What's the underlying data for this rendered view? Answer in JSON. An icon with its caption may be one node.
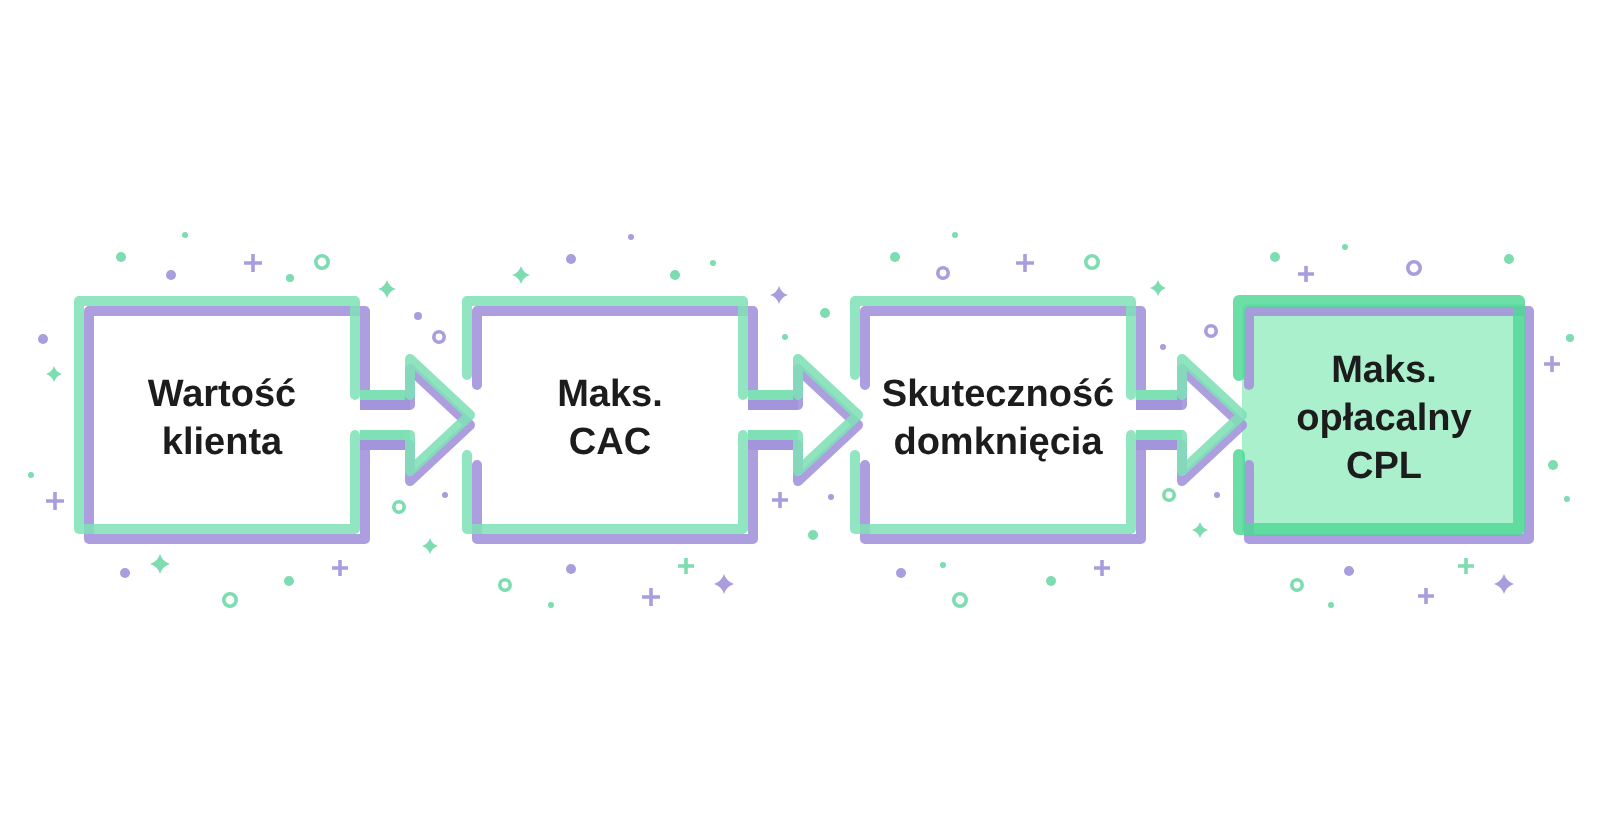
{
  "diagram": {
    "nodes": [
      {
        "text": [
          "Wartość klienta"
        ]
      },
      {
        "text": [
          "Maks. CAC"
        ]
      },
      {
        "text": [
          "Skuteczność domknięcia"
        ]
      },
      {
        "text": [
          "Maks. opłacalny CPL"
        ]
      }
    ],
    "edges": [
      {
        "from": 0,
        "to": 1,
        "arrow": "to"
      },
      {
        "from": 1,
        "to": 2,
        "arrow": "to"
      },
      {
        "from": 2,
        "to": 3,
        "arrow": "to"
      }
    ]
  }
}
